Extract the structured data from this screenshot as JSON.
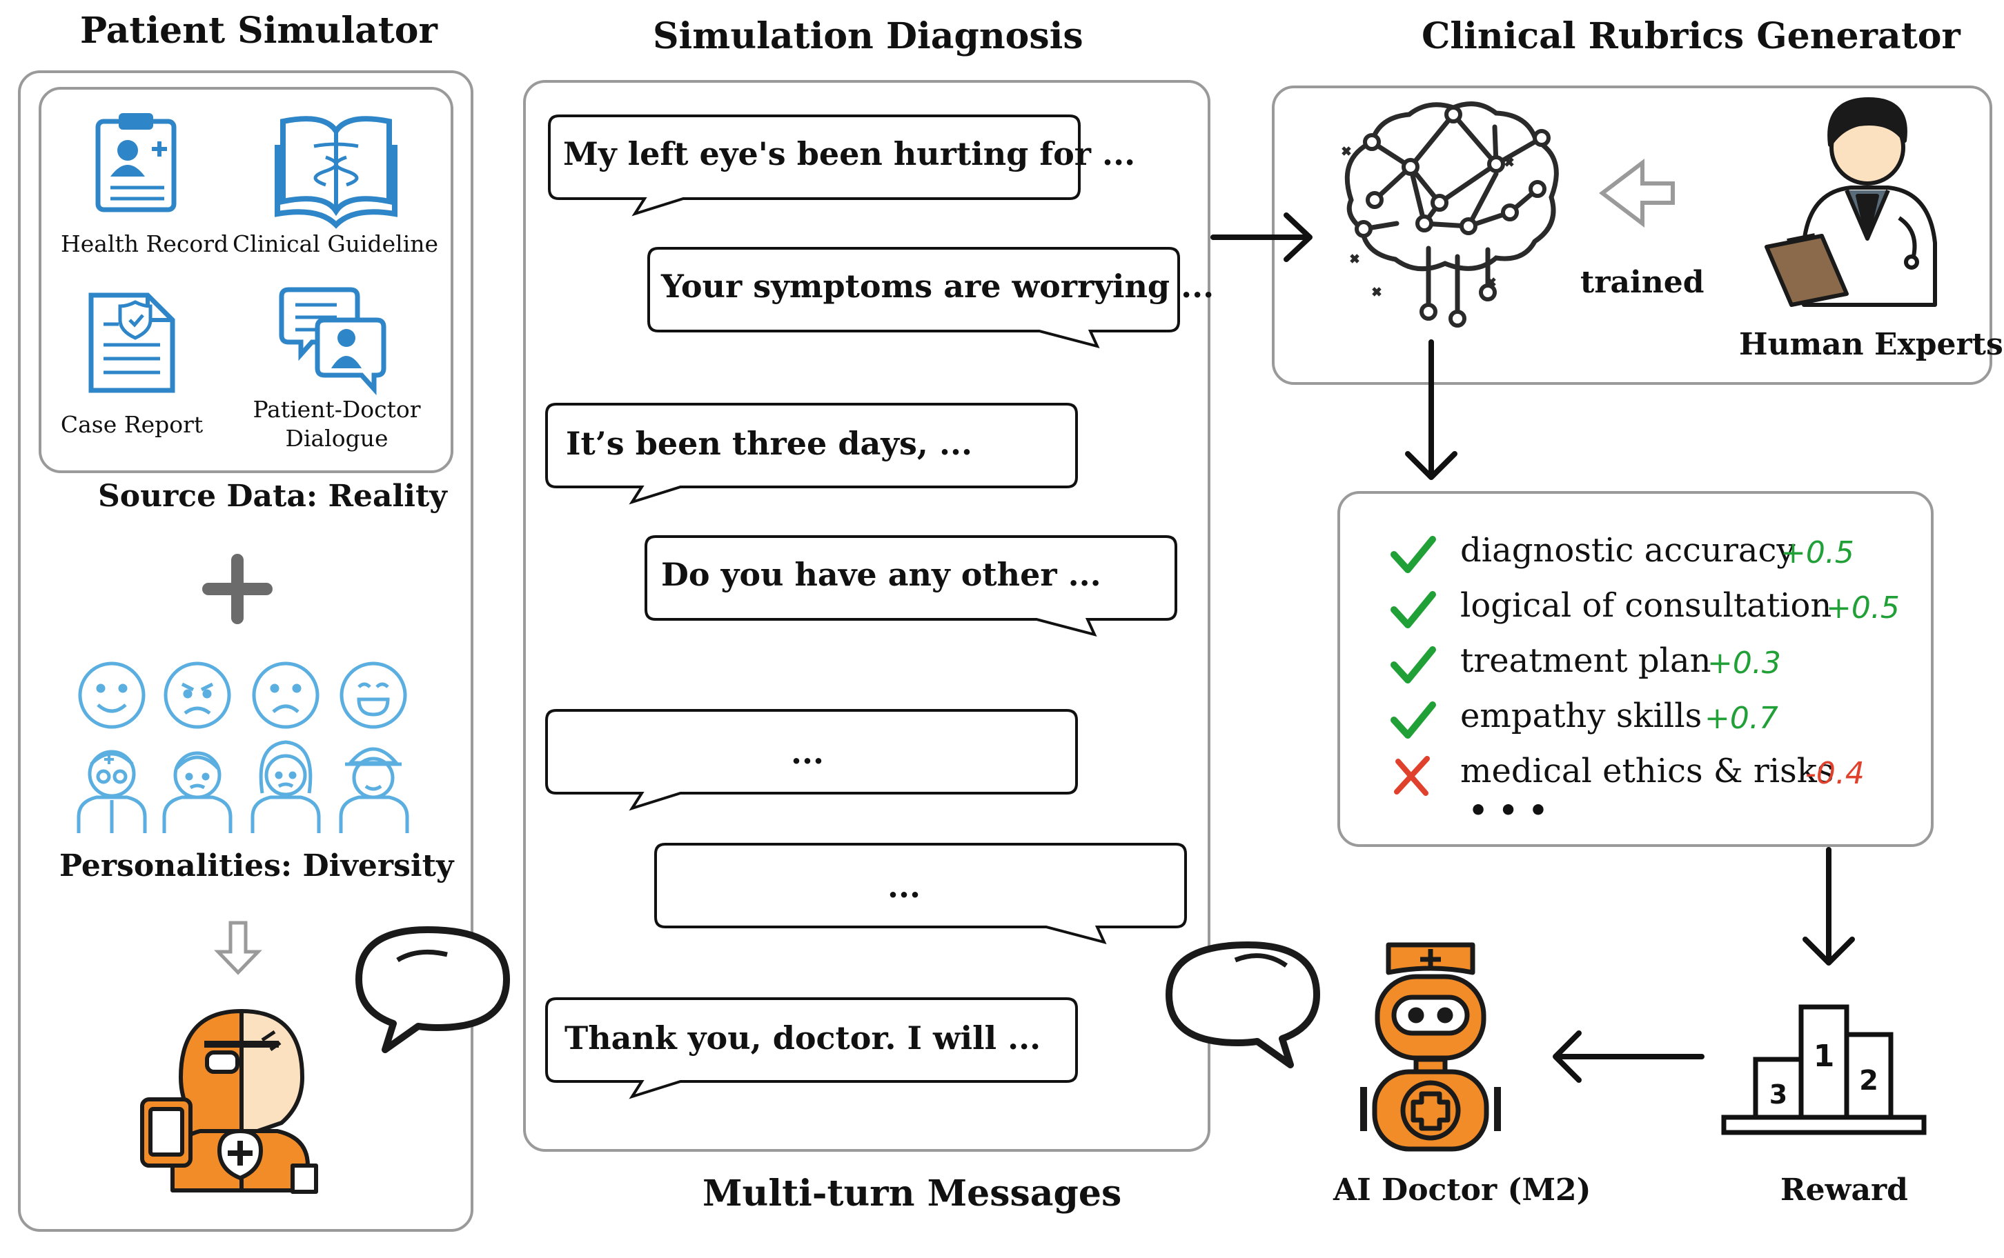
{
  "patient_simulator": {
    "title": "Patient Simulator",
    "sources": [
      {
        "label": "Health Record",
        "icon": "health-record-icon"
      },
      {
        "label": "Clinical Guideline",
        "icon": "clinical-guideline-icon"
      },
      {
        "label": "Case Report",
        "icon": "case-report-icon"
      },
      {
        "label_line1": "Patient-Doctor",
        "label_line2": "Dialogue",
        "icon": "patient-doctor-dialogue-icon"
      }
    ],
    "source_caption": "Source Data: Reality",
    "personalities_caption": "Personalities: Diversity"
  },
  "simulation": {
    "title": "Simulation Diagnosis",
    "messages": [
      "My left eye's been hurting for ...",
      "Your symptoms are worrying ...",
      "It’s been three days, ...",
      "Do you have any other ...",
      "...",
      "...",
      "Thank you, doctor. I will ..."
    ],
    "caption": "Multi-turn Messages"
  },
  "rubrics": {
    "title": "Clinical Rubrics Generator",
    "trained_label": "trained",
    "experts_label": "Human Experts",
    "items": [
      {
        "text": "diagnostic accuracy",
        "score": "+0.5",
        "pass": true
      },
      {
        "text": "logical of  consultation",
        "score": "+0.5",
        "pass": true
      },
      {
        "text": "treatment plan",
        "score": "+0.3",
        "pass": true
      },
      {
        "text": "empathy skills",
        "score": "+0.7",
        "pass": true
      },
      {
        "text": "medical ethics & risks",
        "score": "-0.4",
        "pass": false
      }
    ],
    "more": "• • •"
  },
  "reward_label": "Reward",
  "doctor_label": "AI Doctor (M2)",
  "podium": {
    "first": "1",
    "second": "2",
    "third": "3"
  },
  "colors": {
    "accent_blue": "#2e86c9",
    "face_blue": "#5aaee0",
    "orange": "#f28c28",
    "check_green": "#22a038",
    "cross_red": "#e0412c",
    "box_border": "#9a9a9a"
  }
}
